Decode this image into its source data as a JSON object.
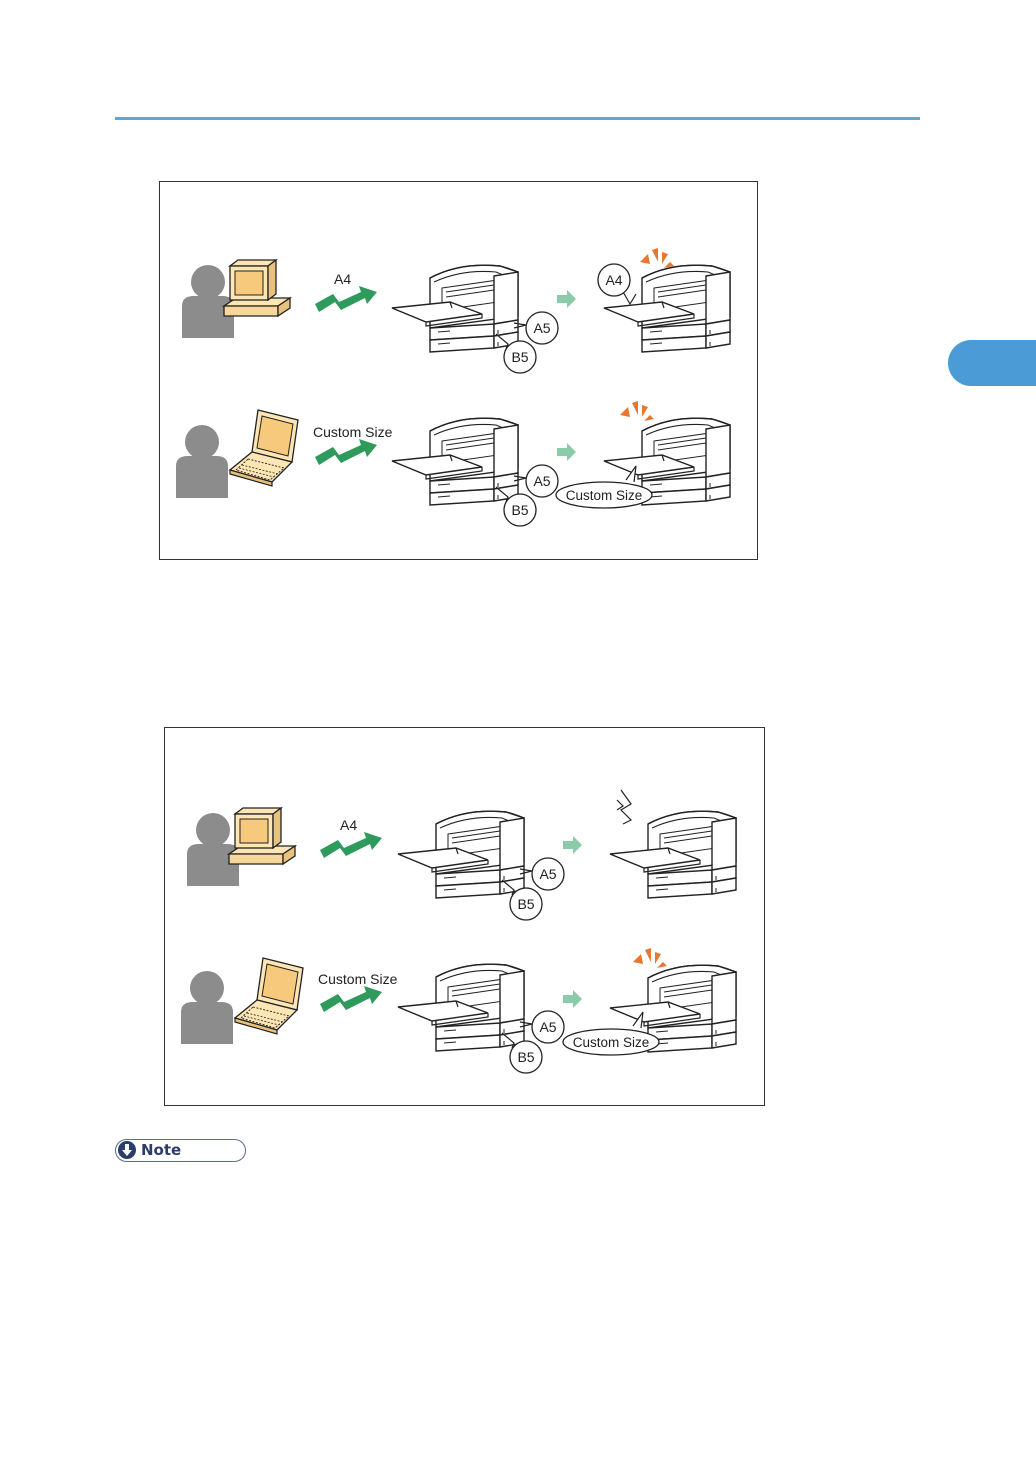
{
  "page": {
    "accent_color": "#58a8dc",
    "chapter_tab_color": "#4a9bd6"
  },
  "figure1": {
    "row1": {
      "job_label": "A4",
      "tray_labels": [
        "A5",
        "B5"
      ],
      "result_label": "A4",
      "result_state": "prints-from-bypass-tray"
    },
    "row2": {
      "job_label": "Custom Size",
      "tray_labels": [
        "A5",
        "B5"
      ],
      "result_label": "Custom Size",
      "result_state": "prints-from-bypass-tray"
    }
  },
  "figure2": {
    "row1": {
      "job_label": "A4",
      "tray_labels": [
        "A5",
        "B5"
      ],
      "result_state": "error"
    },
    "row2": {
      "job_label": "Custom Size",
      "tray_labels": [
        "A5",
        "B5"
      ],
      "result_label": "Custom Size",
      "result_state": "prints-from-bypass-tray"
    }
  },
  "icons": {
    "user": "person-icon",
    "desktop": "desktop-computer-icon",
    "laptop": "laptop-icon",
    "printer": "printer-icon",
    "send": "data-transmission-arrow-icon",
    "next": "next-step-arrow-icon",
    "printing": "printing-burst-icon",
    "error": "error-zigzag-icon"
  },
  "note": {
    "label": "Note"
  }
}
